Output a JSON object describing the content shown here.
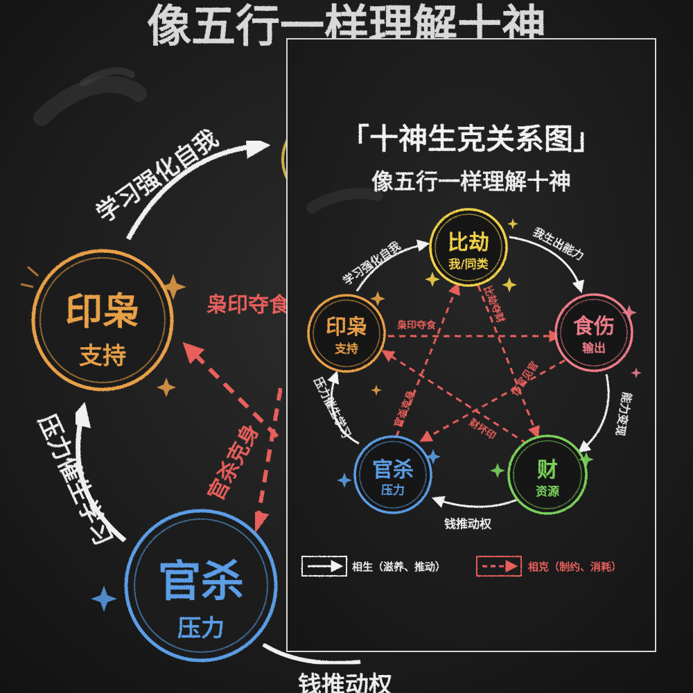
{
  "background": {
    "title": "像五行一样理解十神",
    "nodes": {
      "yin": {
        "name": "印枭",
        "sub": "支持",
        "color": "#e8a048"
      },
      "guan": {
        "name": "官杀",
        "sub": "压力",
        "color": "#5b9ee6"
      }
    },
    "edges": {
      "study": "学习强化自我",
      "pressure": "压力催生学习",
      "xiao": "枭印夺食",
      "guan_ke": "官杀克身",
      "money": "钱推动权"
    }
  },
  "card": {
    "title": "「十神生克关系图」",
    "subtitle": "像五行一样理解十神",
    "nodes": {
      "bijie": {
        "name": "比劫",
        "sub": "我/同类",
        "color": "#f2d24b"
      },
      "shishang": {
        "name": "食伤",
        "sub": "输出",
        "color": "#ee7d8b"
      },
      "cai": {
        "name": "财",
        "sub": "资源",
        "color": "#7bd35c"
      },
      "guansha": {
        "name": "官杀",
        "sub": "压力",
        "color": "#5b9ee6"
      },
      "yinxiao": {
        "name": "印枭",
        "sub": "支持",
        "color": "#e8a048"
      }
    },
    "generate_edges": [
      {
        "label": "我生出能力"
      },
      {
        "label": "能力变现"
      },
      {
        "label": "钱推动权"
      },
      {
        "label": "压力催生学习"
      },
      {
        "label": "学习强化自我"
      }
    ],
    "control_edges": [
      {
        "label": "比劫夺财"
      },
      {
        "label": "伤官见官"
      },
      {
        "label": "财坏印"
      },
      {
        "label": "官杀克身"
      },
      {
        "label": "枭印夺食"
      }
    ],
    "legend": {
      "generate": "相生（滋养、推动）",
      "control": "相克（制约、消耗）"
    },
    "colors": {
      "generate": "#f2f2f2",
      "control": "#e8605c"
    }
  }
}
